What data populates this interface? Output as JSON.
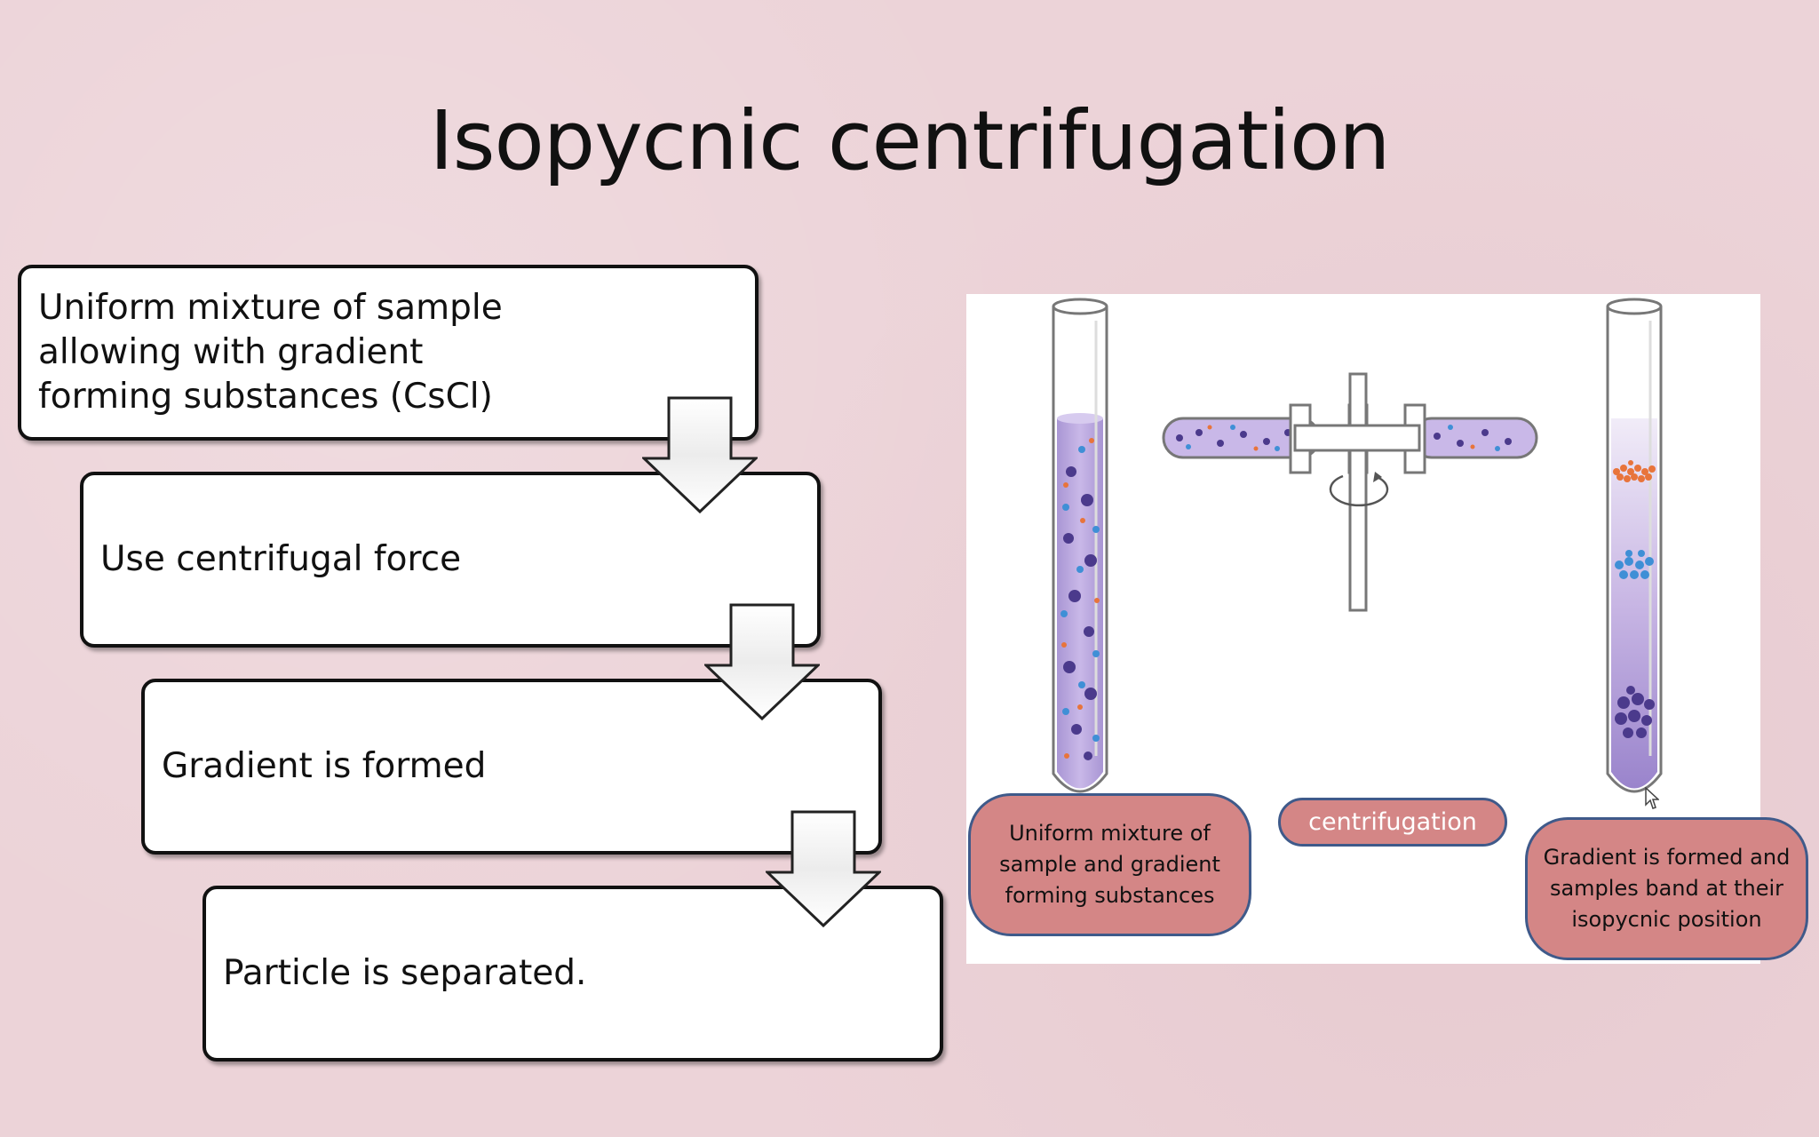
{
  "slide": {
    "title": "Isopycnic centrifugation"
  },
  "flow": {
    "steps": [
      {
        "label": "Uniform mixture of sample allowing with gradient forming substances (CsCl)"
      },
      {
        "label": "Use centrifugal force"
      },
      {
        "label": "Gradient is formed"
      },
      {
        "label": "Particle is separated."
      }
    ]
  },
  "illustration": {
    "left_caption": "Uniform mixture of sample and gradient forming substances",
    "middle_caption": "centrifugation",
    "right_caption": "Gradient is formed and samples band at their isopycnic position"
  },
  "colors": {
    "background": "#ecd3d8",
    "caption_fill": "#d48686",
    "caption_border": "#3f5a8a",
    "tube_fill": "#b9a3d9",
    "band_orange": "#e8743b",
    "band_blue": "#3f8fd6",
    "band_purple": "#4b3a8c"
  }
}
